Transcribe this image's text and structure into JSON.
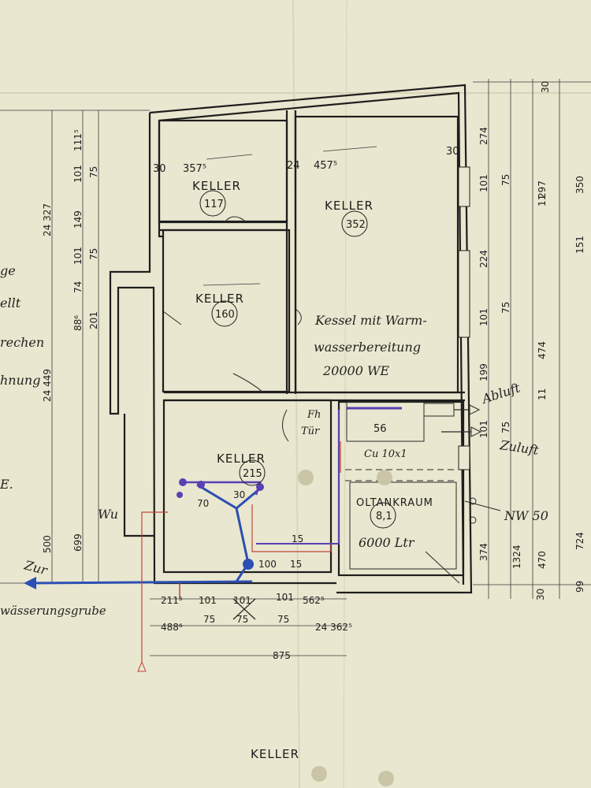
{
  "rooms": {
    "keller_117": {
      "name": "KELLER",
      "area": "117"
    },
    "keller_352": {
      "name": "KELLER",
      "area": "352"
    },
    "keller_160": {
      "name": "KELLER",
      "area": "160"
    },
    "keller_215": {
      "name": "KELLER",
      "area": "215"
    },
    "oltankraum": {
      "name": "OLTANKRAUM",
      "area": "8,1",
      "volume": "6000 Ltr"
    },
    "heizung": {
      "area": "56"
    }
  },
  "room_widths": {
    "w1": "357⁵",
    "w2": "457⁵",
    "w3": "30",
    "w4": "30",
    "w5": "24"
  },
  "annotations": {
    "kessel_1": "Kessel mit Warm-",
    "kessel_2": "wasserbereitung",
    "kessel_3": "20000 WE",
    "abluft": "Abluft",
    "zuluft": "Zuluft",
    "nw50": "NW 50",
    "fh": "Fh",
    "tur": "Tür",
    "cu": "Cu 10x1",
    "wu": "Wu",
    "zur": "Zur",
    "grube": "wässerungsgrube",
    "left_1": "ge",
    "left_2": "ellt",
    "left_3": "rechen",
    "left_4": "hnung",
    "left_5": "E.",
    "pipe_70": "70",
    "pipe_30": "30",
    "pipe_15a": "15",
    "pipe_15b": "15",
    "pipe_100": "100"
  },
  "dims_left": [
    "111⁵",
    "101",
    "75",
    "149",
    "101",
    "75",
    "74",
    "201",
    "88⁶",
    "24 327",
    "24 449",
    "699",
    "500"
  ],
  "dims_right": [
    "30",
    "274",
    "101",
    "75",
    "224",
    "101",
    "75",
    "199",
    "101",
    "75",
    "374",
    "1324",
    "30",
    "297",
    "11",
    "151",
    "474",
    "11",
    "724",
    "470",
    "99",
    "350"
  ],
  "dims_bottom": [
    "211⁵",
    "101",
    "101",
    "101",
    "562⁵",
    "75",
    "75",
    "75",
    "488⁶",
    "24 362⁵",
    "875"
  ],
  "footer": {
    "label": "KELLER"
  }
}
